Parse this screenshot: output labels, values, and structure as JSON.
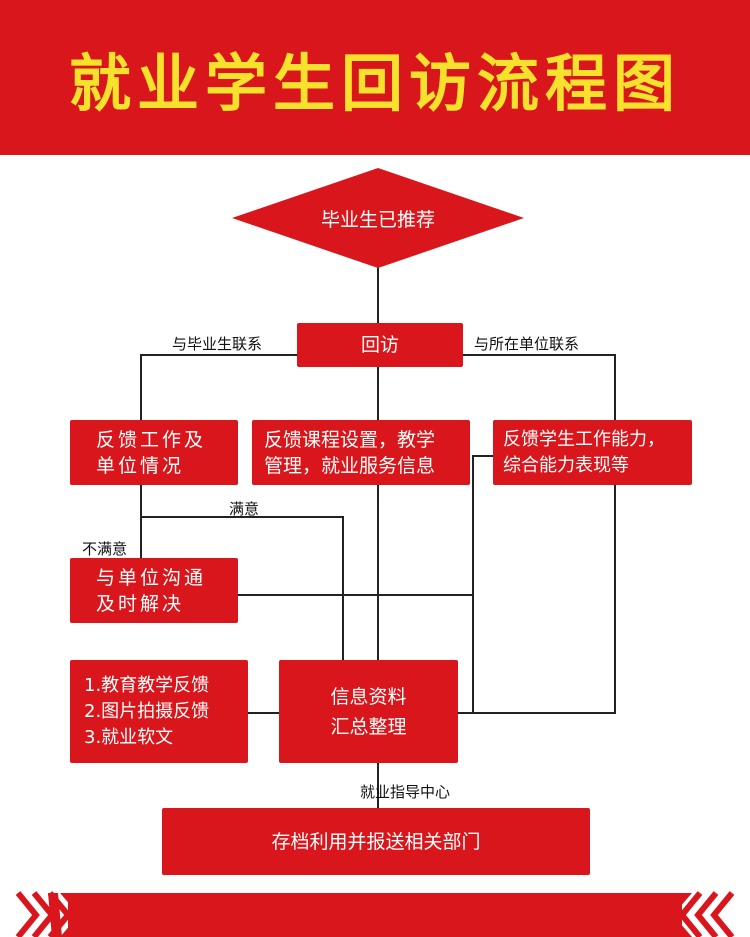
{
  "title": "就业学生回访流程图",
  "start": "毕业生已推荐",
  "visit": "回访",
  "edge_left": "与毕业生联系",
  "edge_right": "与所在单位联系",
  "box_left": "反馈工作及\n单位情况",
  "box_middle": "反馈课程设置，教学\n管理，就业服务信息",
  "box_right": "反馈学生工作能力，\n综合能力表现等",
  "satisfied": "满意",
  "unsatisfied": "不满意",
  "box_communicate": "与单位沟通\n及时解决",
  "box_list": "1.教育教学反馈\n2.图片拍摄反馈\n3.就业软文",
  "box_summary": "信息资料\n汇总整理",
  "edge_bottom": "就业指导中心",
  "box_archive": "存档利用并报送相关部门",
  "colors": {
    "red": "#d8161b",
    "yellow": "#f6e12d"
  }
}
